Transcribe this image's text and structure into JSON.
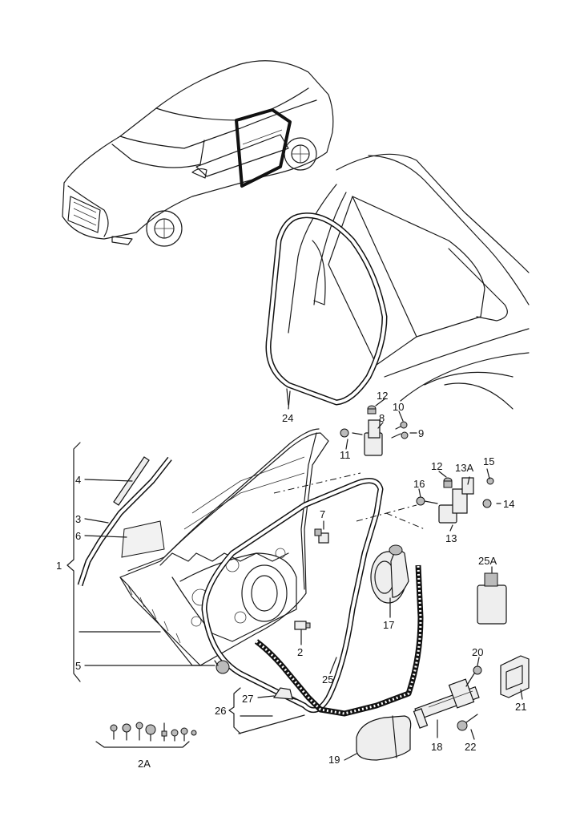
{
  "labels": {
    "l1": "1",
    "l2": "2",
    "l2a": "2A",
    "l3": "3",
    "l4": "4",
    "l5": "5",
    "l6": "6",
    "l7": "7",
    "l8": "8",
    "l9": "9",
    "l10": "10",
    "l11": "11",
    "l12a": "12",
    "l12b": "12",
    "l13": "13",
    "l13a": "13A",
    "l14": "14",
    "l15": "15",
    "l16": "16",
    "l17": "17",
    "l18": "18",
    "l19": "19",
    "l20": "20",
    "l21": "21",
    "l22": "22",
    "l24": "24",
    "l25": "25",
    "l25a": "25A",
    "l26": "26",
    "l27": "27"
  }
}
